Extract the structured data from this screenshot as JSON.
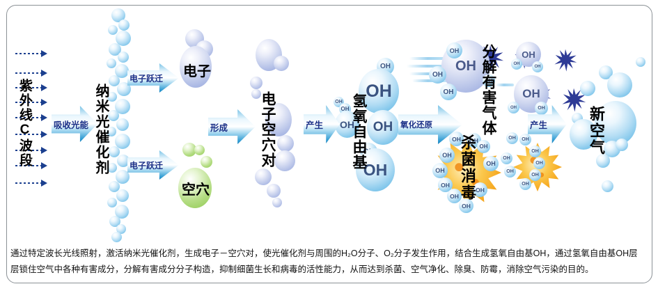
{
  "labels": {
    "oh": "OH"
  },
  "nodes": {
    "uv": "紫外线C波段",
    "absorb": "吸收光能",
    "catalyst": "纳米光催化剂",
    "transition_top": "电子跃迁",
    "transition_bottom": "电子跃迁",
    "electron": "电子",
    "hole": "空穴",
    "form": "形成",
    "pair": "电子空穴对",
    "produce_1": "产生",
    "radical": "氢氧自由基",
    "redox": "氧化还原",
    "decompose": "分解有害气体",
    "sterilize": "杀菌消毒",
    "produce_2": "产生",
    "new_air": "新空气"
  },
  "description": {
    "line1": "通过特定波长光线照射，激活纳米光催化剂，生成电子－空穴对，使光催化剂与周围的H₂O分子、O₂分子发生作用，结合生成氢氧自由基OH，通过氢氧自由基OH层",
    "line2": "层锁住空气中各种有害成分，分解有害成分分子构造，抑制细菌生长和病毒的活性能力，从而达到杀菌、空气净化、除臭、防霉，消除空气污染的目的。"
  },
  "colors": {
    "arrow_blue": "#1a7fb8",
    "label_navy": "#1a2f87",
    "dash_navy": "#1b3f8f",
    "bubble_blue": "#5eb3e2",
    "bubble_lavender": "#94a4d9",
    "bubble_green": "#8fc94f",
    "starburst_orange": "#f49f13",
    "gas_splat_navy": "#2e3b96"
  }
}
